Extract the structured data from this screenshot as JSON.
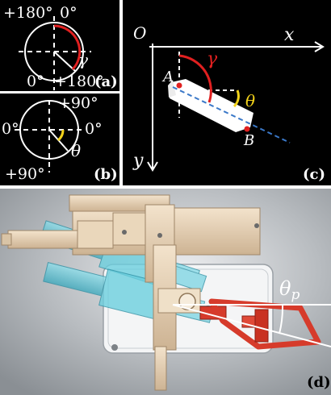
{
  "panels": {
    "a": {
      "label": "(a)",
      "top_left": "+180°",
      "top_right": "0°",
      "bottom_left": "0°",
      "bottom_right": "+180°",
      "angle": "γ"
    },
    "b": {
      "label": "(b)",
      "top": "+90°",
      "left": "0°",
      "right": "0°",
      "bottom": "+90°",
      "angle": "θ"
    },
    "c": {
      "label": "(c)",
      "origin": "O",
      "x_axis": "x",
      "y_axis": "y",
      "gamma": "γ",
      "theta": "θ",
      "point_a": "A",
      "point_b": "B"
    },
    "d": {
      "label": "(d)",
      "theta_p_main": "θ",
      "theta_p_sub": "p"
    }
  },
  "colors": {
    "background_dark": "#000000",
    "foreground_light": "#ffffff",
    "angle_red": "#e02020",
    "angle_yellow": "#f2d21a",
    "dashed_blue": "#3a78c8",
    "gripper_red": "#d63b2b",
    "translucent_cyan": "#5bc8d8",
    "wood_tan": "#e6d2b4"
  }
}
